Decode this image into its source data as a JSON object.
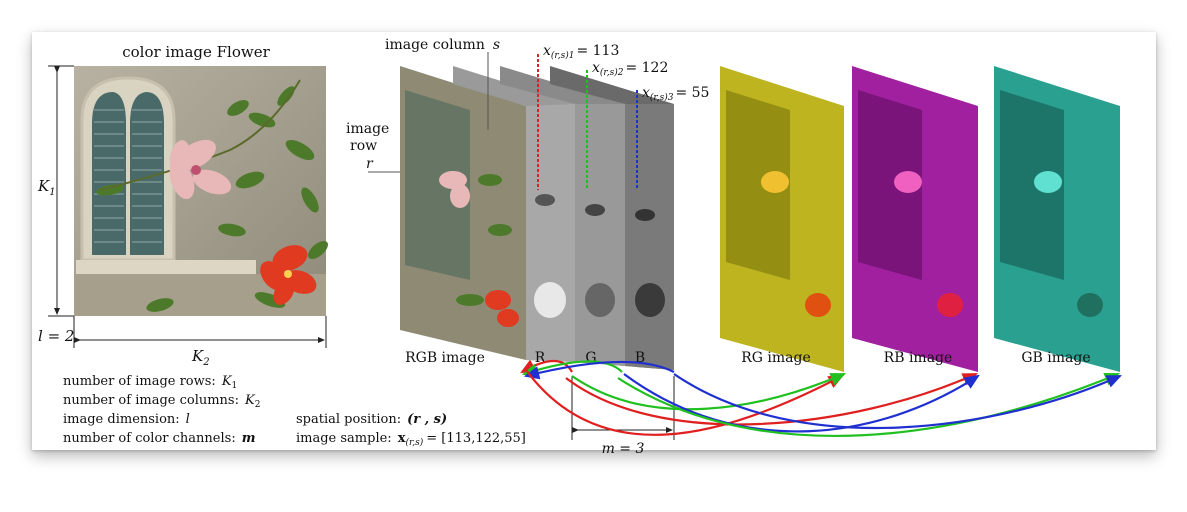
{
  "figure": {
    "title": "color image Flower",
    "dims": {
      "rows_symbol": "K",
      "rows_sub": "1",
      "cols_symbol": "K",
      "cols_sub": "2",
      "dim_label": "l = 2"
    },
    "column_label_1": "image column",
    "column_label_2": "s",
    "row_label_1": "image",
    "row_label_2": "row",
    "row_label_3": "r",
    "legend": [
      {
        "text": "number of image rows:",
        "sym": "K",
        "sub": "1"
      },
      {
        "text": "number of image columns:",
        "sym": "K",
        "sub": "2"
      },
      {
        "text": "image dimension:",
        "sym": "l",
        "sub": ""
      },
      {
        "text": "number of color channels:",
        "sym": "m",
        "sub": ""
      }
    ],
    "spatial_position": {
      "label": "spatial position:",
      "value": "(r , s)"
    },
    "image_sample": {
      "label": "image sample:",
      "symbol": "x",
      "sub": "(r,s)",
      "value": "= [113,122,55]"
    },
    "samples": [
      {
        "symbol": "x",
        "sub": "(r,s)1",
        "value": "= 113",
        "color": "#e02020"
      },
      {
        "symbol": "x",
        "sub": "(r,s)2",
        "value": "= 122",
        "color": "#20c020"
      },
      {
        "symbol": "x",
        "sub": "(r,s)3",
        "value": "= 55",
        "color": "#2030d0"
      }
    ],
    "channels": [
      "R",
      "G",
      "B"
    ],
    "images": [
      "RGB image",
      "RG image",
      "RB image",
      "GB image"
    ],
    "m_label": "m = 3",
    "colors": {
      "red": "#e02020",
      "green": "#20c020",
      "blue": "#2030d0",
      "rg": "#c8c020",
      "rb": "#b020b0",
      "gb": "#30b0a0"
    }
  }
}
